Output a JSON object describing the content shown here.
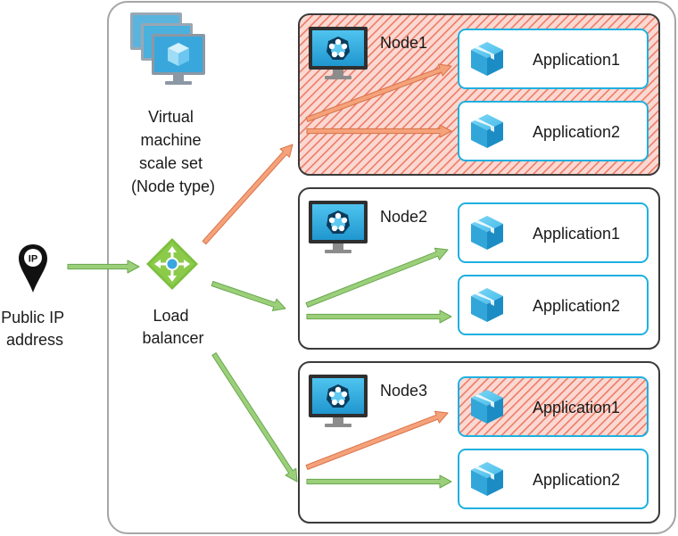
{
  "colors": {
    "unhealthy_fill": "#f4a79a",
    "unhealthy_stripe": "#e84b38",
    "healthy_arrow": "#9bcf7a",
    "healthy_arrow_stroke": "#6aa84f",
    "failed_arrow": "#f5a27a",
    "failed_arrow_stroke": "#d9734a",
    "app_border": "#1fb0e0",
    "icon_blue": "#35b7e8"
  },
  "public_ip": {
    "icon": "map-pin-icon",
    "badge": "IP",
    "label_lines": [
      "Public IP",
      "address"
    ]
  },
  "load_balancer": {
    "icon": "load-balancer-icon",
    "label_lines": [
      "Load",
      "balancer"
    ]
  },
  "scale_set": {
    "icon": "vm-stack-icon",
    "label_lines": [
      "Virtual",
      "machine",
      "scale set",
      "(Node type)"
    ]
  },
  "nodes": [
    {
      "label": "Node1",
      "status": "unhealthy",
      "apps": [
        {
          "label": "Application1",
          "status": "healthy"
        },
        {
          "label": "Application2",
          "status": "healthy"
        }
      ]
    },
    {
      "label": "Node2",
      "status": "healthy",
      "apps": [
        {
          "label": "Application1",
          "status": "healthy"
        },
        {
          "label": "Application2",
          "status": "healthy"
        }
      ]
    },
    {
      "label": "Node3",
      "status": "healthy",
      "apps": [
        {
          "label": "Application1",
          "status": "unhealthy"
        },
        {
          "label": "Application2",
          "status": "healthy"
        }
      ]
    }
  ]
}
